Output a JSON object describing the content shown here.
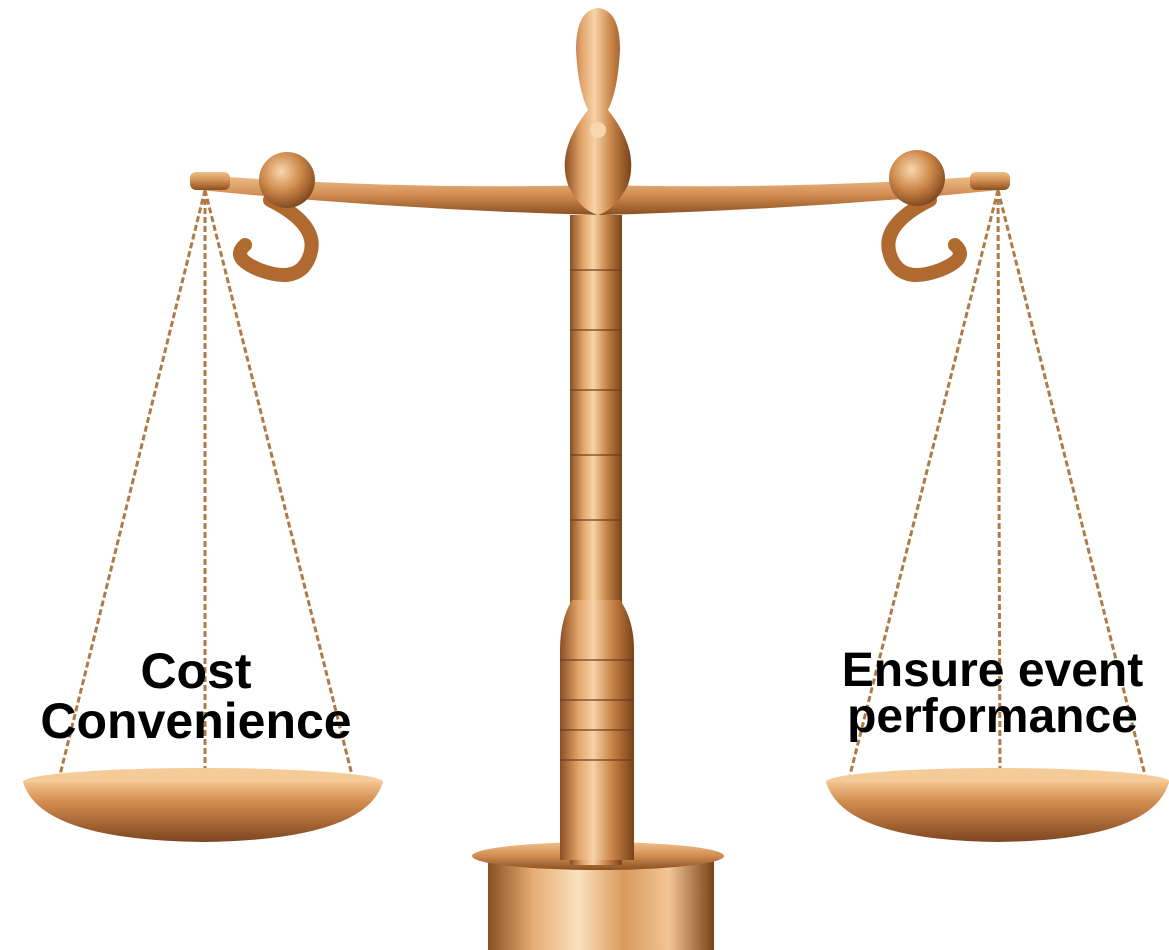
{
  "illustration": {
    "subject": "balance-scale-icon",
    "metal_colors": {
      "highlight": "#f6d3a6",
      "light": "#e3a46a",
      "mid": "#c98448",
      "dark": "#8a4f22",
      "deep": "#6e3a17"
    }
  },
  "left_pan": {
    "lines": [
      "Cost",
      "Convenience"
    ]
  },
  "right_pan": {
    "lines": [
      "Ensure event",
      "performance"
    ]
  }
}
